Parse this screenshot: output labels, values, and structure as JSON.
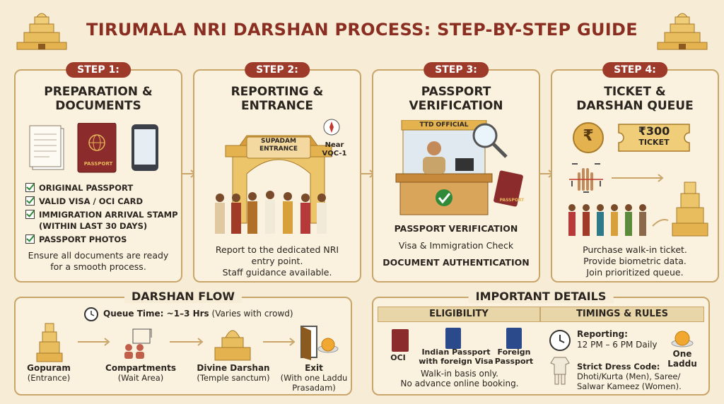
{
  "title": "TIRUMALA NRI DARSHAN PROCESS: STEP-BY-STEP GUIDE",
  "steps": [
    {
      "pill": "STEP 1:",
      "title_l1": "PREPARATION &",
      "title_l2": "DOCUMENTS",
      "checklist": [
        "ORIGINAL PASSPORT",
        "VALID VISA / OCI CARD",
        "IMMIGRATION ARRIVAL STAMP",
        "(WITHIN LAST 30 DAYS)",
        "PASSPORT PHOTOS"
      ],
      "passport_label": "PASSPORT",
      "note_l1": "Ensure all documents are ready",
      "note_l2": "for a smooth process."
    },
    {
      "pill": "STEP 2:",
      "title_l1": "REPORTING &",
      "title_l2": "ENTRANCE",
      "gate_l1": "SUPADAM",
      "gate_l2": "ENTRANCE",
      "near_l1": "Near",
      "near_l2": "VQC-1",
      "note_l1": "Report to the dedicated NRI",
      "note_l2": "entry point.",
      "note_l3": "Staff guidance available."
    },
    {
      "pill": "STEP 3:",
      "title_l1": "PASSPORT",
      "title_l2": "VERIFICATION",
      "booth_label": "TTD OFFICIAL",
      "passport_label": "PASSPORT",
      "line1": "PASSPORT VERIFICATION",
      "line2": "Visa & Immigration Check",
      "line3": "DOCUMENT AUTHENTICATION"
    },
    {
      "pill": "STEP 4:",
      "title_l1": "TICKET &",
      "title_l2": "DARSHAN QUEUE",
      "rupee": "₹",
      "ticket_price": "₹300",
      "ticket_word": "TICKET",
      "note_l1": "Purchase walk-in ticket.",
      "note_l2": "Provide biometric data.",
      "note_l3": "Join prioritized queue."
    }
  ],
  "flow": {
    "heading": "DARSHAN FLOW",
    "queue_time_bold": "Queue Time: ~1–3 Hrs",
    "queue_time_rest": "(Varies with crowd)",
    "nodes": [
      {
        "name": "Gopuram",
        "sub": "(Entrance)"
      },
      {
        "name": "Compartments",
        "sub": "(Wait Area)"
      },
      {
        "name": "Divine Darshan",
        "sub": "(Temple sanctum)"
      },
      {
        "name": "Exit",
        "sub": "(With one Laddu",
        "sub2": "Prasadam)"
      }
    ]
  },
  "details": {
    "heading": "IMPORTANT DETAILS",
    "eligibility": {
      "head": "ELIGIBILITY",
      "items": [
        "OCI",
        "Indian Passport",
        "with foreign Visa",
        "Foreign",
        "Passport"
      ],
      "note_l1": "Walk-in basis only.",
      "note_l2": "No advance online booking."
    },
    "timings": {
      "head": "TIMINGS & RULES",
      "reporting_label": "Reporting:",
      "reporting_value": "12 PM – 6 PM Daily",
      "laddu_l1": "One",
      "laddu_l2": "Laddu",
      "dress_label": "Strict Dress Code:",
      "dress_l1": "Dhoti/Kurta (Men), Saree/",
      "dress_l2": "Salwar Kameez (Women)."
    }
  },
  "colors": {
    "accent": "#9e3a2a",
    "border": "#c9a56a",
    "background": "#f7ecd5",
    "gold": "#d9a23d"
  }
}
